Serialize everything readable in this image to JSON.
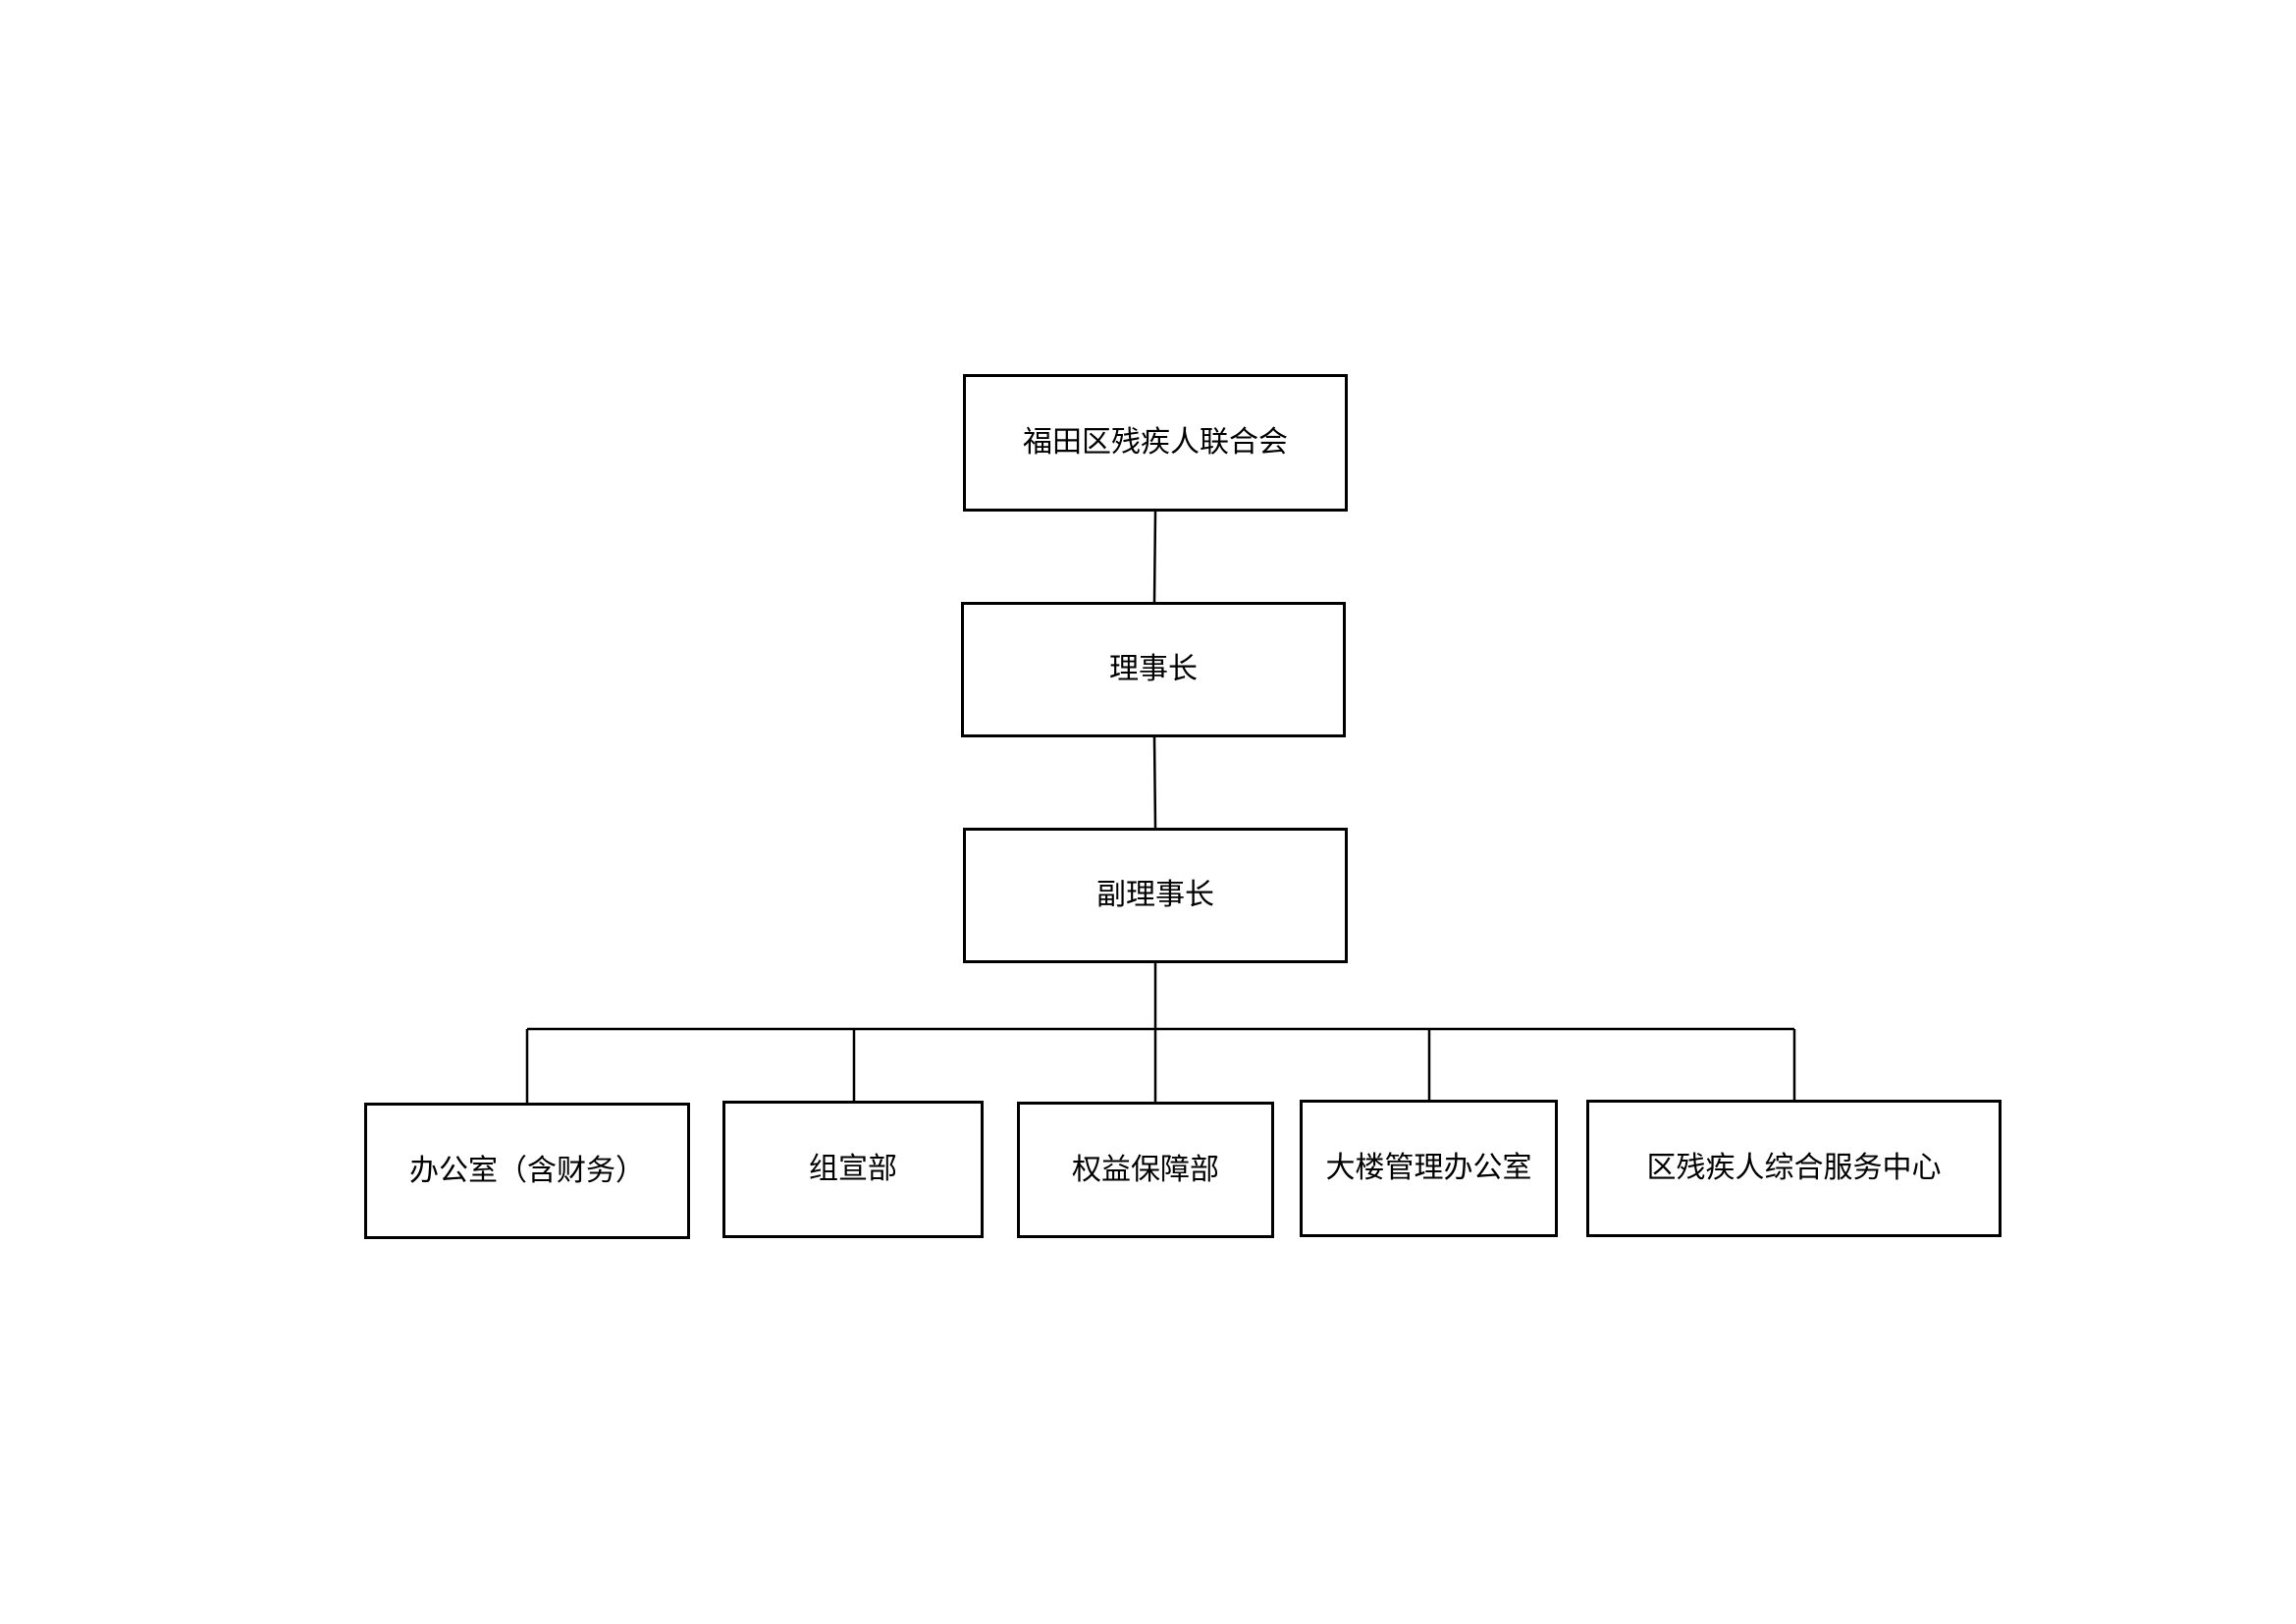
{
  "org_chart": {
    "root": "福田区残疾人联合会",
    "chairman": "理事长",
    "vice_chairman": "副理事长",
    "departments": [
      "办公室（含财务）",
      "组宣部",
      "权益保障部",
      "大楼管理办公室",
      "区残疾人综合服务中心"
    ]
  },
  "colors": {
    "line": "#000000",
    "background": "#ffffff"
  }
}
